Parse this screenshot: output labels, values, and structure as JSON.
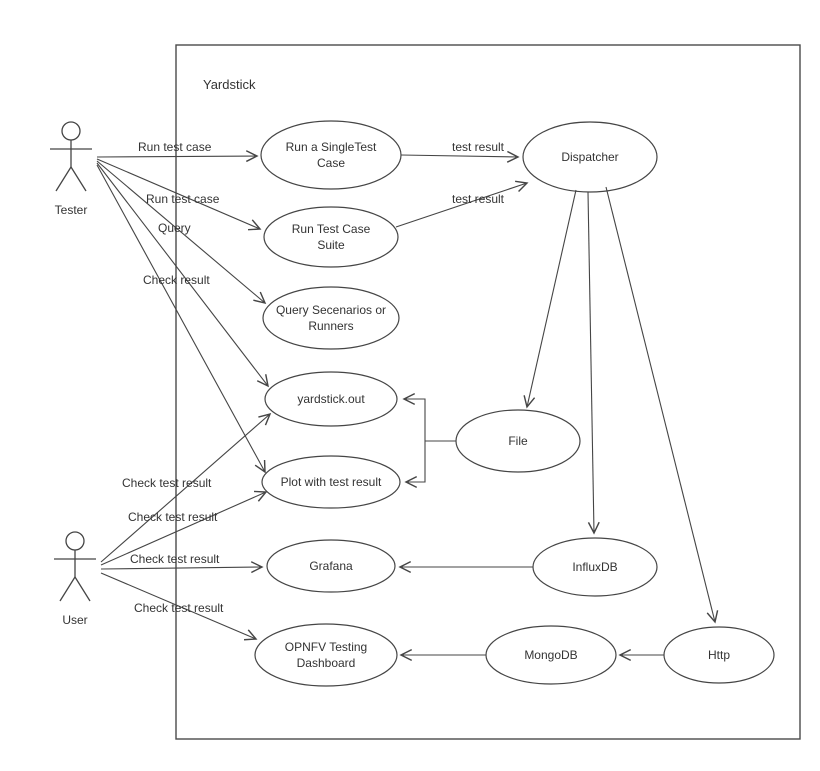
{
  "diagram": {
    "type": "uml-use-case",
    "system": {
      "title": "Yardstick"
    },
    "actors": {
      "tester": "Tester",
      "user": "User"
    },
    "usecases": {
      "run_single": [
        "Run a SingleTest",
        "Case"
      ],
      "run_suite": [
        "Run Test Case",
        "Suite"
      ],
      "query_scenarios": [
        "Query Secenarios or",
        "Runners"
      ],
      "yardstick_out": [
        "yardstick.out"
      ],
      "plot": [
        "Plot with test result"
      ],
      "grafana": [
        "Grafana"
      ],
      "opnfv_dashboard": [
        "OPNFV Testing",
        "Dashboard"
      ],
      "dispatcher": [
        "Dispatcher"
      ],
      "file": [
        "File"
      ],
      "influxdb": [
        "InfluxDB"
      ],
      "mongodb": [
        "MongoDB"
      ],
      "http": [
        "Http"
      ]
    },
    "edge_labels": {
      "tester_run_single": "Run test case",
      "tester_run_suite": "Run test case",
      "tester_query": "Query",
      "tester_check_result": "Check result",
      "user_yardstick_out": "Check test result",
      "user_plot": "Check test result",
      "user_grafana": "Check test result",
      "user_dashboard": "Check test result",
      "single_to_dispatcher": "test result",
      "suite_to_dispatcher": "test result"
    },
    "colors": {
      "stroke": "#454545",
      "text": "#333333",
      "background": "#ffffff"
    }
  }
}
